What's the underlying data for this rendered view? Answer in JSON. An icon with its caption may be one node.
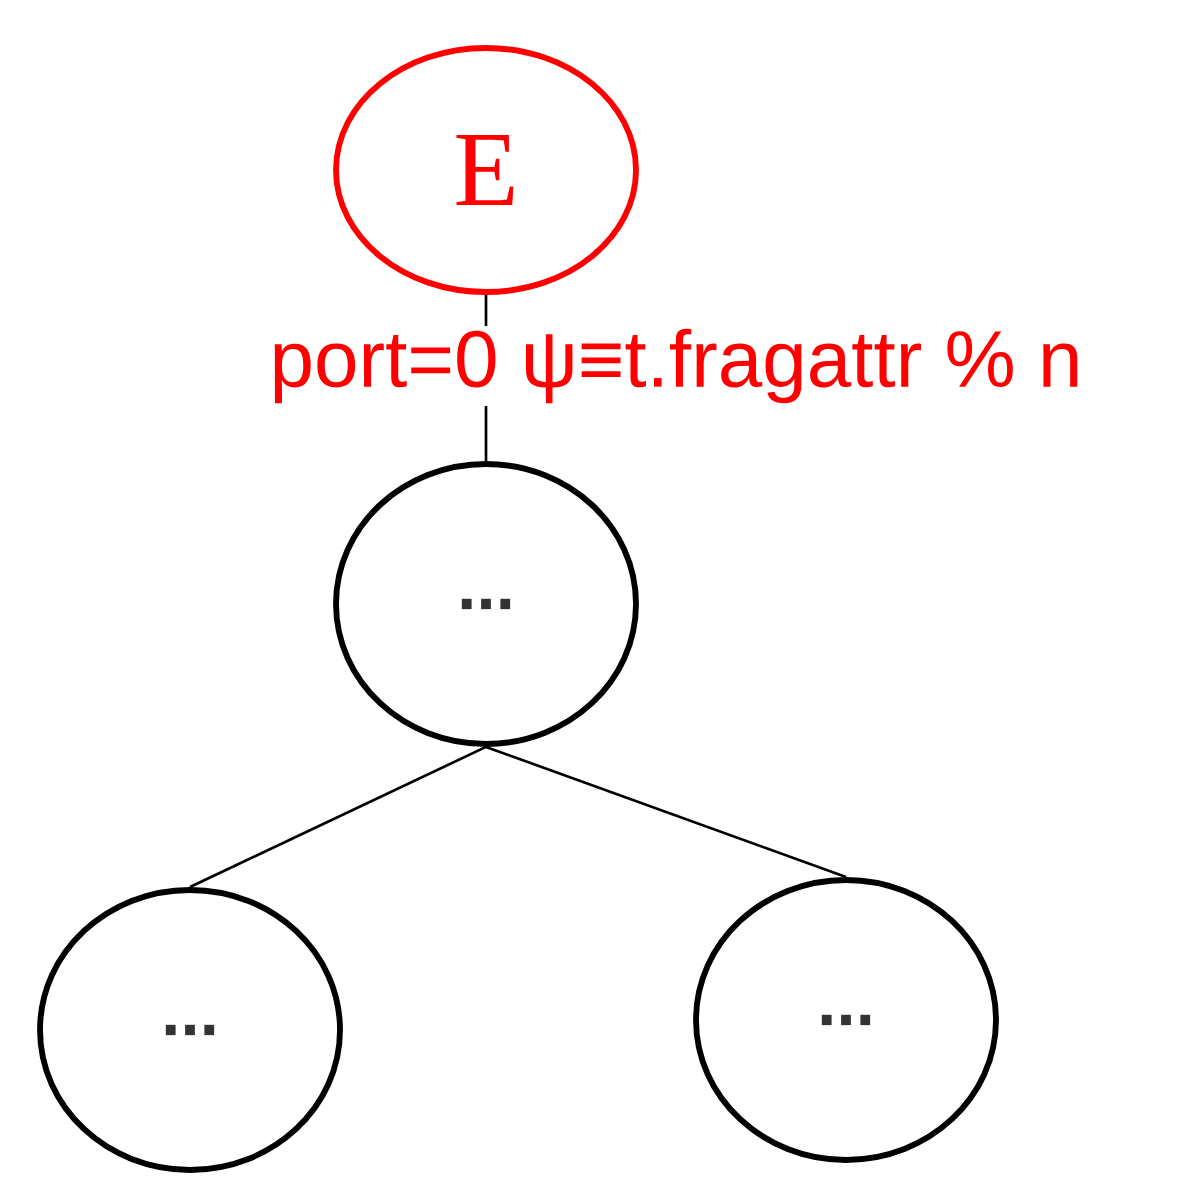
{
  "diagram": {
    "nodes": [
      {
        "text": [
          "E"
        ]
      },
      {
        "text": [
          "..."
        ]
      },
      {
        "text": [
          "..."
        ]
      },
      {
        "text": [
          "..."
        ]
      }
    ],
    "edges": [
      {
        "from": 0,
        "to": 1,
        "arrow": "none",
        "label": "port=0 ψ≡t.fragattr % n"
      },
      {
        "from": 1,
        "to": 2,
        "arrow": "none"
      },
      {
        "from": 1,
        "to": 3,
        "arrow": "none"
      }
    ]
  }
}
